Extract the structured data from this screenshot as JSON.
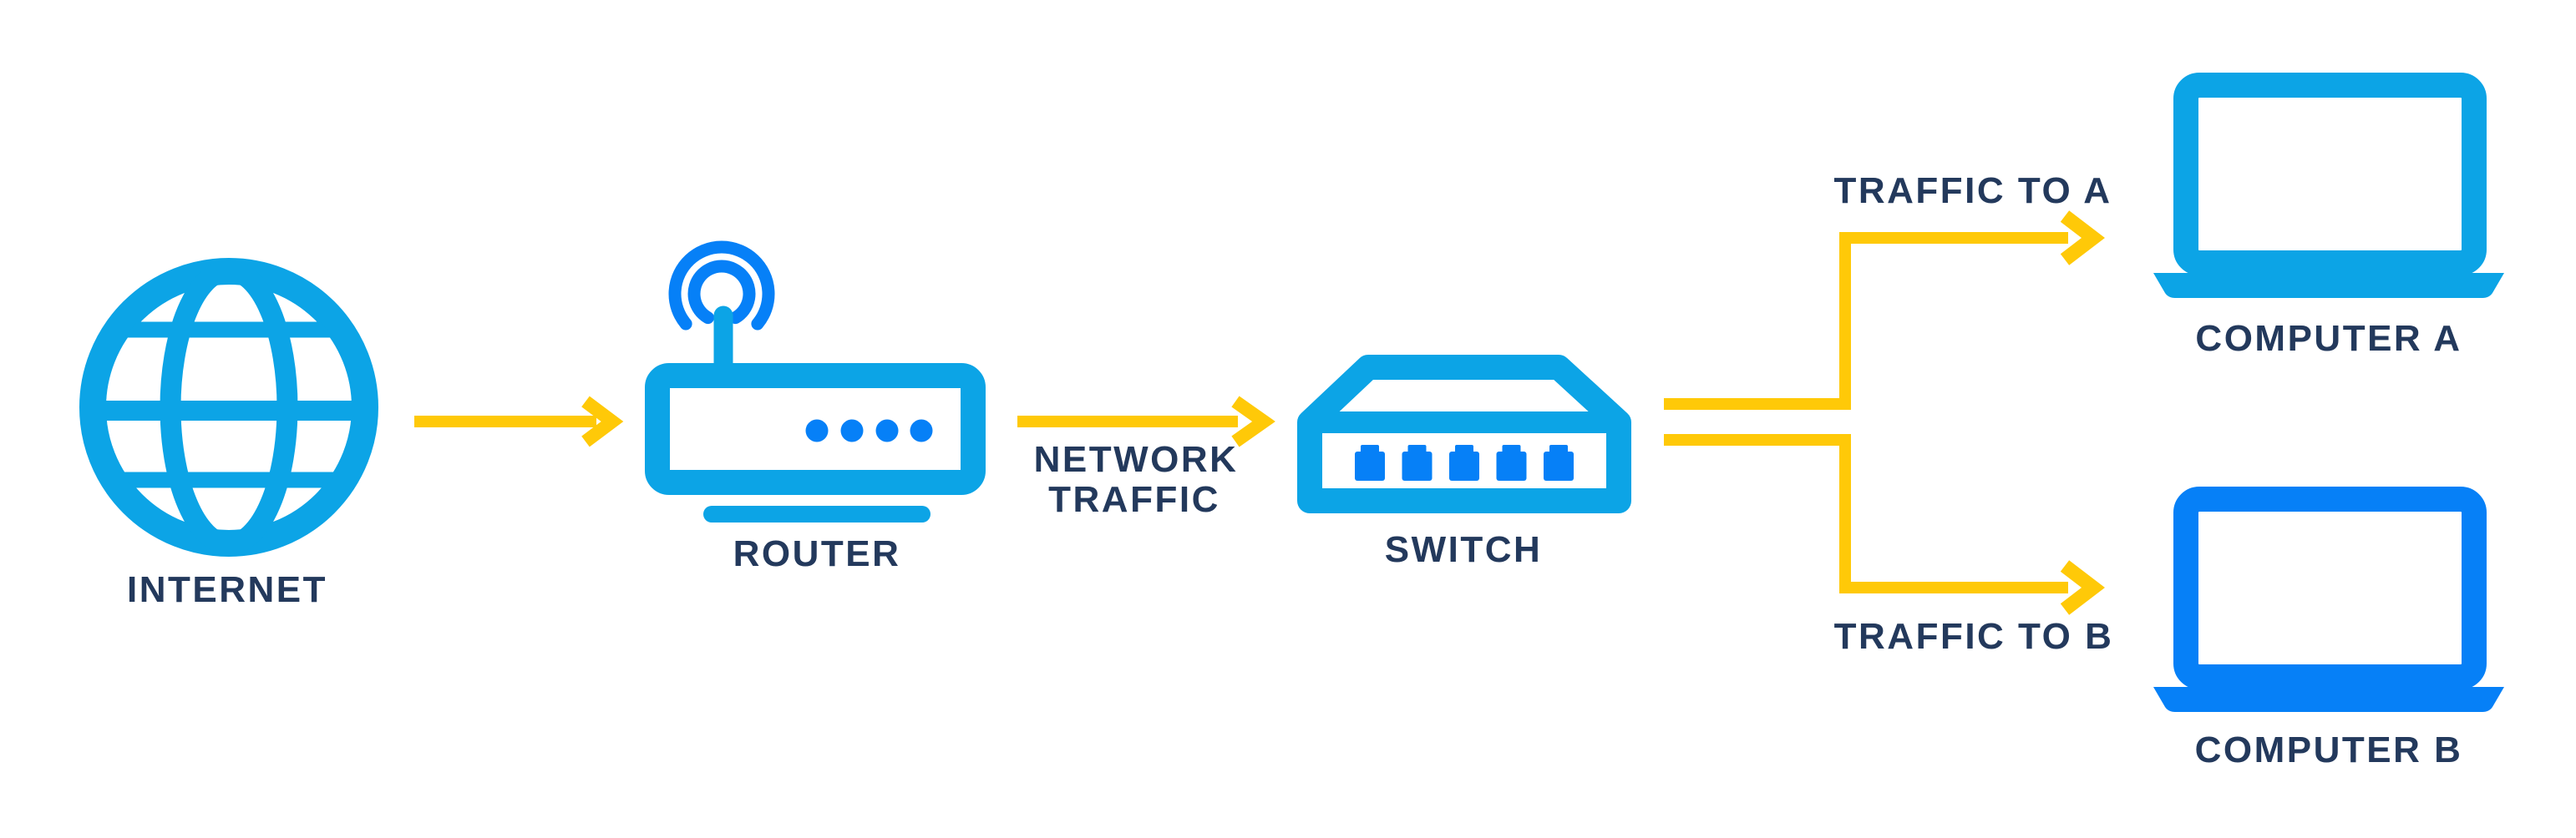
{
  "diagram": {
    "title": "",
    "background": "#ffffff",
    "colors": {
      "cyan": "#0CA4E6",
      "blue": "#0680F7",
      "yellow": "#FFC908",
      "navy": "#23395C"
    },
    "nodes": {
      "internet": {
        "label": "INTERNET",
        "icon": "globe-icon"
      },
      "router": {
        "label": "ROUTER",
        "icon": "router-icon"
      },
      "switch": {
        "label": "SWITCH",
        "icon": "switch-icon"
      },
      "computer_a": {
        "label": "COMPUTER A",
        "icon": "laptop-icon"
      },
      "computer_b": {
        "label": "COMPUTER B",
        "icon": "laptop-icon"
      }
    },
    "edges": {
      "internet_to_router": {
        "from": "internet",
        "to": "router"
      },
      "router_to_switch": {
        "from": "router",
        "to": "switch",
        "label_line1": "NETWORK",
        "label_line2": "TRAFFIC"
      },
      "switch_to_a": {
        "from": "switch",
        "to": "computer_a",
        "label": "TRAFFIC TO A"
      },
      "switch_to_b": {
        "from": "switch",
        "to": "computer_b",
        "label": "TRAFFIC TO B"
      }
    }
  }
}
